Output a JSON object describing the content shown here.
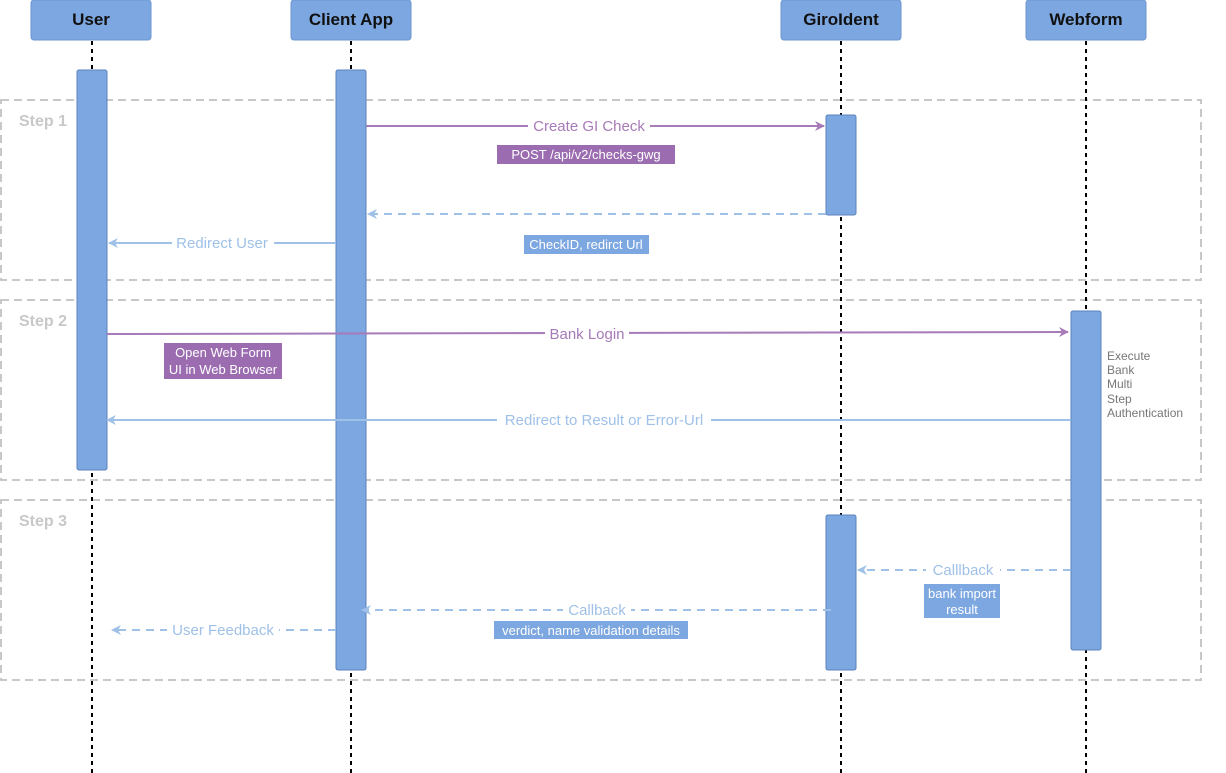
{
  "actors": [
    "User",
    "Client App",
    "GiroIdent",
    "Webform"
  ],
  "steps": [
    "Step 1",
    "Step 2",
    "Step 3"
  ],
  "messages": {
    "create_check": "Create GI Check",
    "redirect_user": "Redirect User",
    "bank_login": "Bank Login",
    "redirect_result": "Redirect to Result or Error-Url",
    "callback_webform": "Calllback",
    "callback_client": "Callback",
    "user_feedback": "User Feedback"
  },
  "tags": {
    "post_endpoint": "POST /api/v2/checks-gwg",
    "check_id": "CheckID, redirct Url",
    "open_web_form_1": "Open Web Form",
    "open_web_form_2": "UI in Web Browser",
    "bank_import_1": "bank import",
    "bank_import_2": "result",
    "verdict": "verdict, name validation details"
  },
  "notes": {
    "execute_auth": [
      "Execute",
      "Bank",
      "Multi",
      "Step",
      "Authentication"
    ]
  },
  "colors": {
    "actor_fill": "#7da7e0",
    "actor_stroke": "#6c96d1",
    "purple": "#a77ab8",
    "purple_tag": "#9b6db0",
    "blue": "#9fc1e8",
    "blue_tag": "#7da7e0",
    "step_border": "#c8c8c8"
  }
}
